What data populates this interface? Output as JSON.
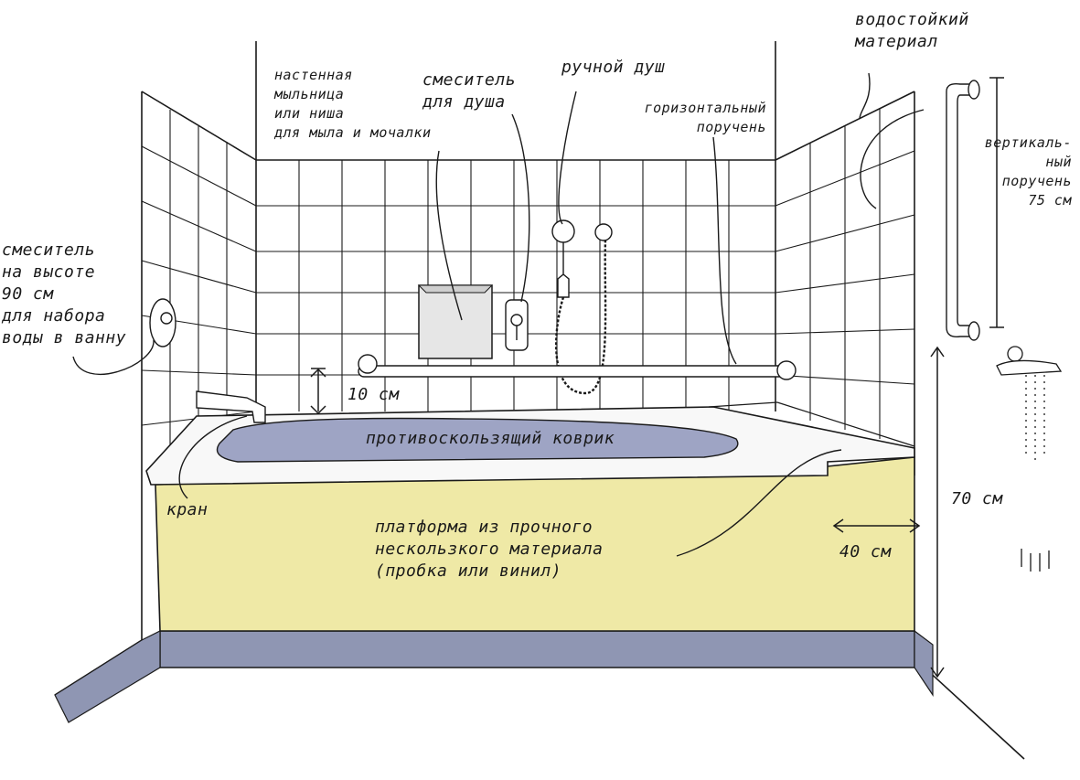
{
  "labels": {
    "water_resistant": "водостойкий\nматериал",
    "soap_dish": "настенная\nмыльница\nили ниша\nдля мыла и мочалки",
    "shower_mixer": "смеситель\nдля душа",
    "hand_shower": "ручной душ",
    "horizontal_rail": "горизонтальный\nпоручень",
    "vertical_rail": "вертикаль-\nный\nпоручень\n75 см",
    "tub_mixer": "смеситель\nна высоте\n90 см\nдля набора\nводы в ванну",
    "height_10": "10 см",
    "mat": "противоскользящий коврик",
    "tap": "кран",
    "platform": "платформа из прочного\nнескользкого материала\n(пробка или винил)",
    "width_40": "40 см",
    "height_70": "70 см"
  },
  "colors": {
    "line": "#1a1a1a",
    "platform": "#efe9a6",
    "floor_band": "#8f96b3",
    "mat": "#9ea4c4",
    "tub_white": "#f8f8f8"
  }
}
